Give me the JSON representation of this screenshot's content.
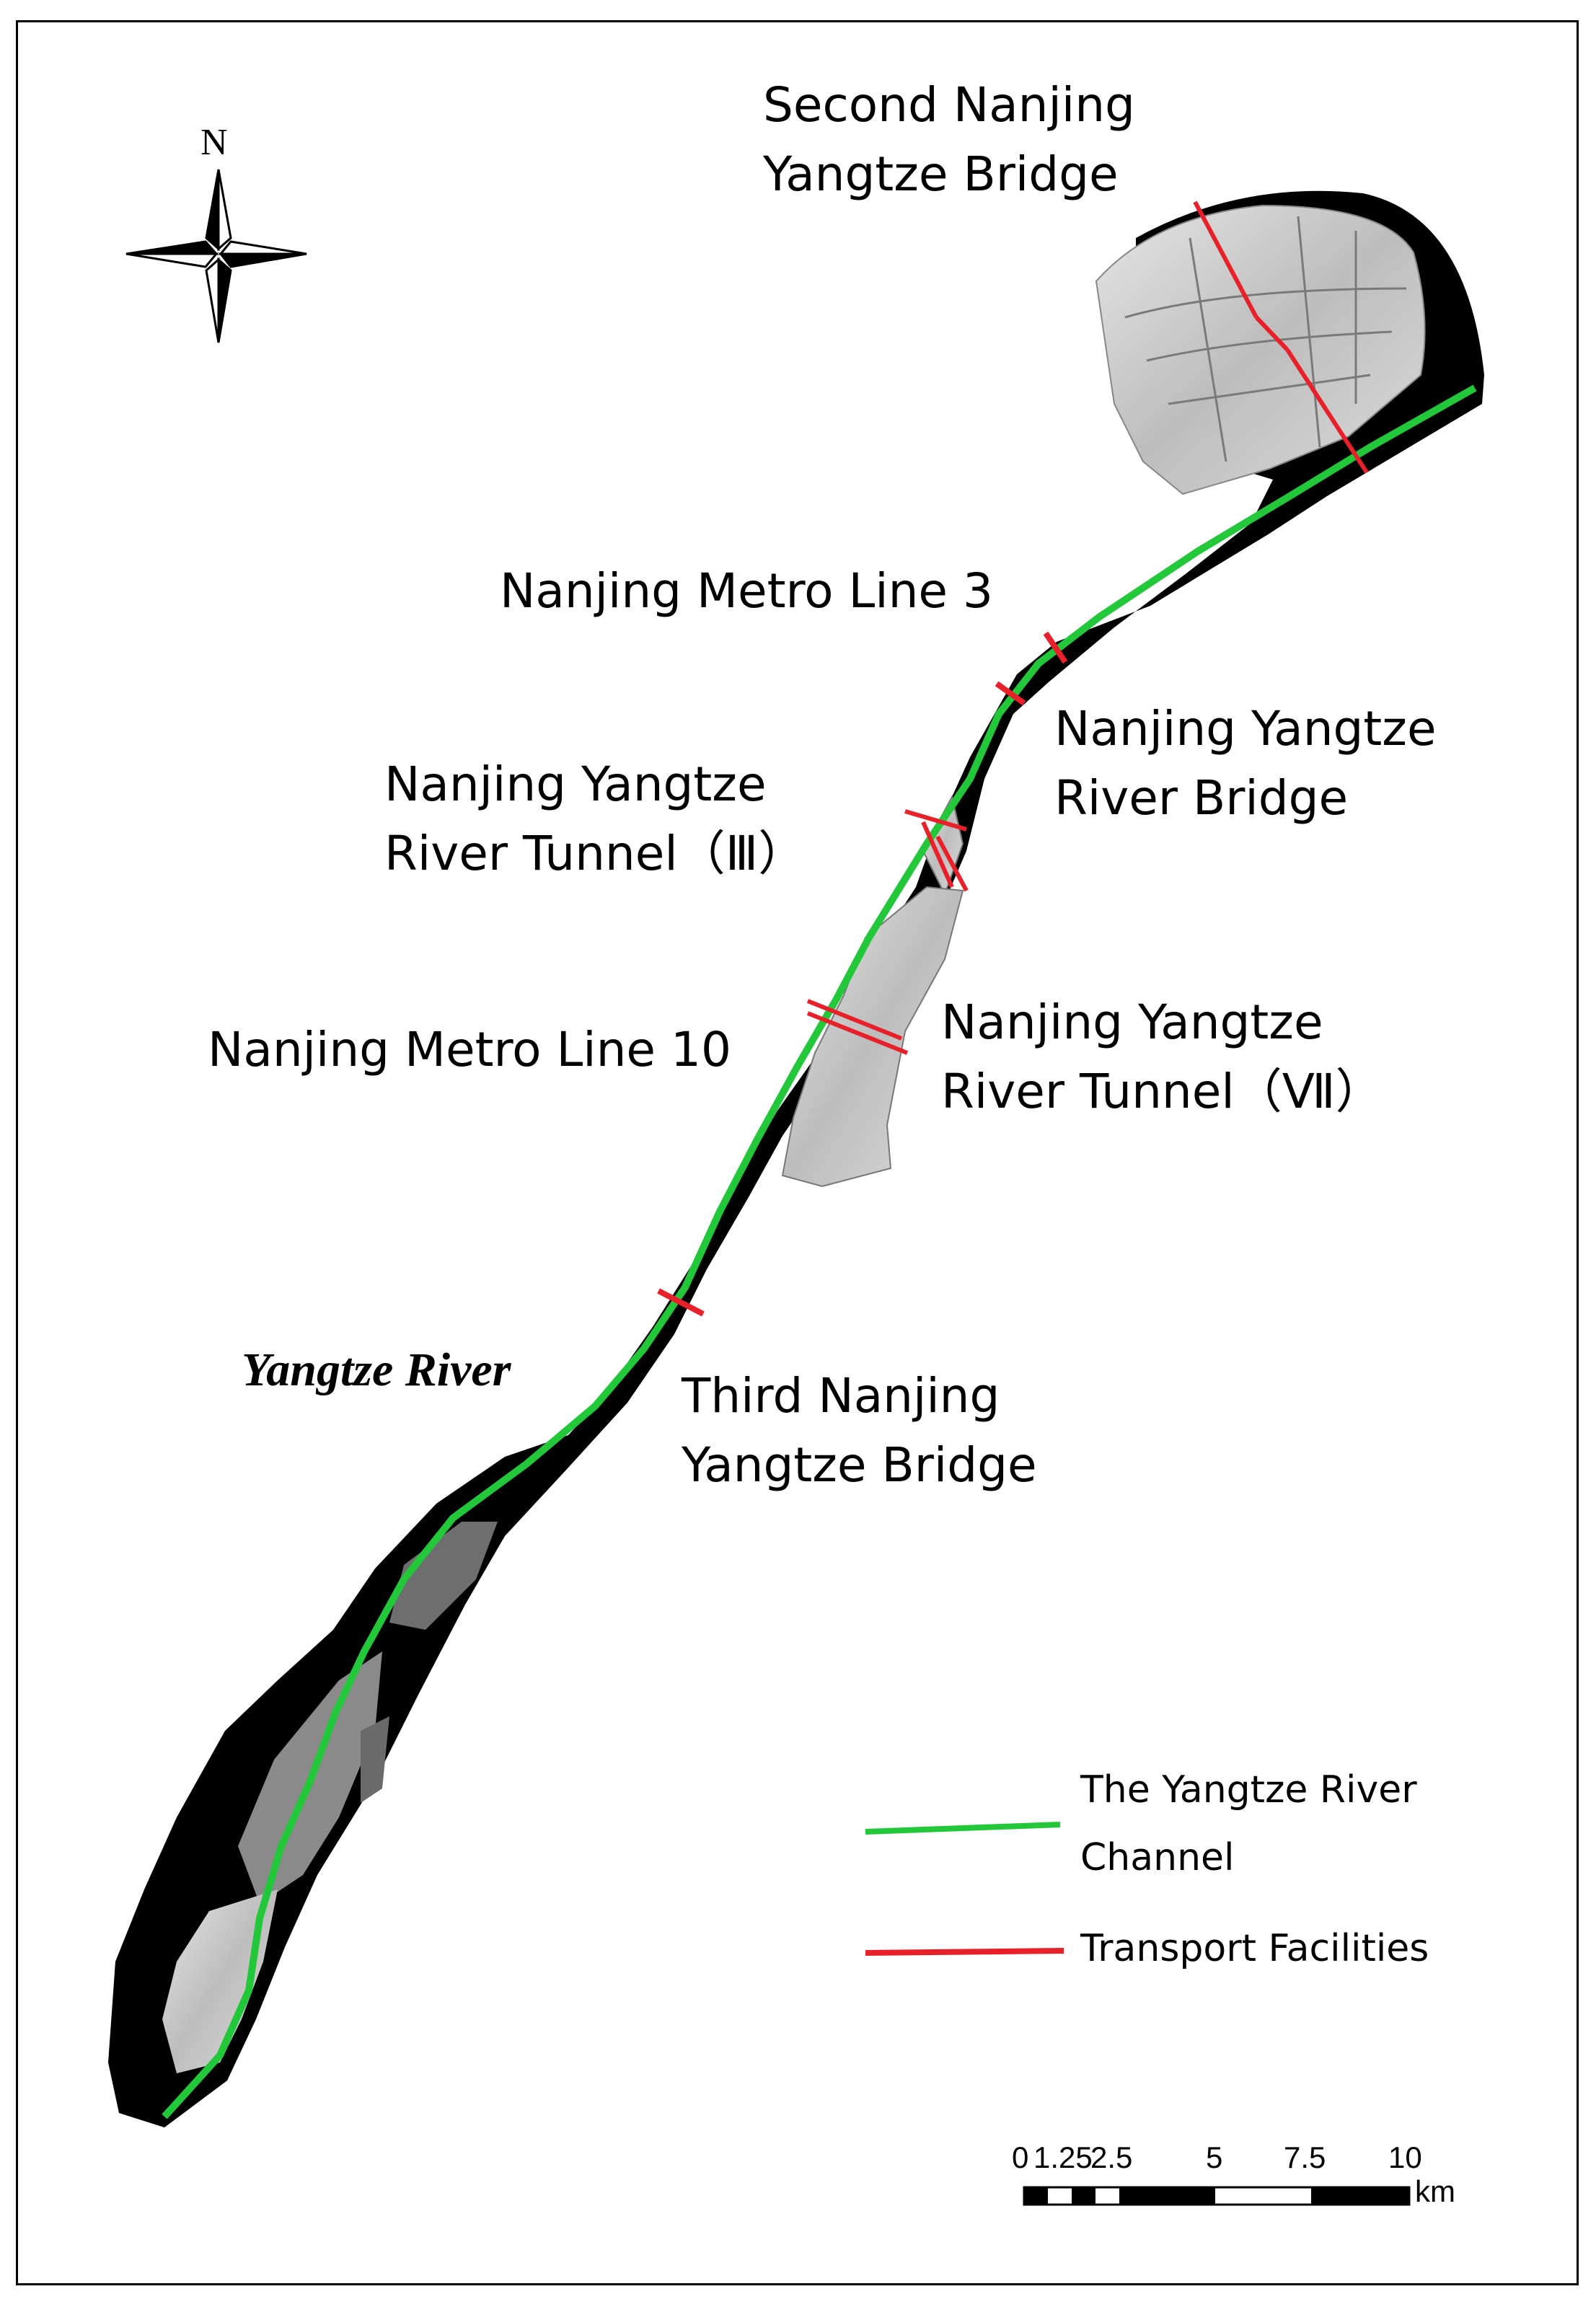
{
  "map": {
    "north_label": "N",
    "river_name": "Yangtze River",
    "labels": {
      "second_bridge": [
        "Second Nanjing",
        "Yangtze Bridge"
      ],
      "metro3": [
        "Nanjing Metro Line 3"
      ],
      "river_bridge": [
        "Nanjing Yangtze",
        "River Bridge"
      ],
      "tunnel3": [
        "Nanjing Yangtze",
        "River Tunnel（Ⅲ）"
      ],
      "metro10": [
        "Nanjing Metro Line 10"
      ],
      "tunnel7": [
        "Nanjing Yangtze",
        "River Tunnel（Ⅶ）"
      ],
      "third_bridge": [
        "Third Nanjing",
        "Yangtze Bridge"
      ]
    },
    "colors": {
      "channel": "#22c83a",
      "transport": "#e8202a",
      "land": "#d8d8d8",
      "water": "#000000"
    }
  },
  "legend": {
    "channel_label_1": "The Yangtze River",
    "channel_label_2": "Channel",
    "transport_label": "Transport Facilities"
  },
  "scale_bar": {
    "ticks": [
      "0",
      "1.25",
      "2.5",
      "5",
      "7.5",
      "10"
    ],
    "unit": "km"
  }
}
